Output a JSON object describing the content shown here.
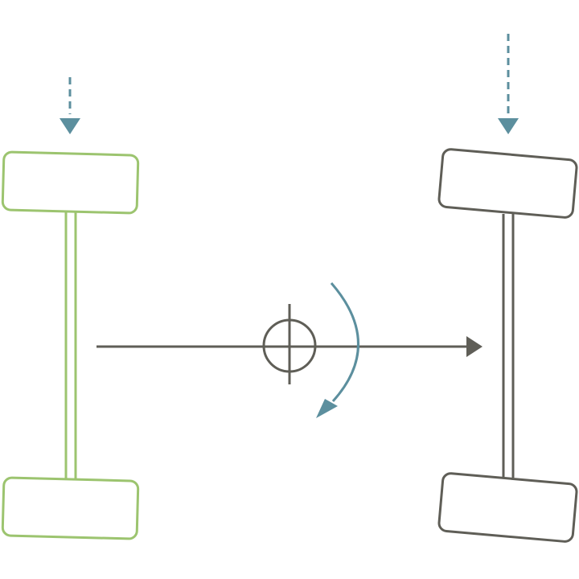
{
  "colors": {
    "front_axle": "#9cc46f",
    "rear_axle": "#5f5e57",
    "force_arrows": "#5c8f9e",
    "rotation_arrow": "#5c8f9e",
    "direction_arrow": "#5f5e57",
    "center_of_gravity": "#5f5e57"
  },
  "axles": [
    {
      "name": "front-axle",
      "wheels": [
        "front-top-wheel",
        "front-bottom-wheel"
      ]
    },
    {
      "name": "rear-axle",
      "wheels": [
        "rear-top-wheel",
        "rear-bottom-wheel"
      ]
    }
  ],
  "icons": {
    "center_of_gravity": "crosshair-circle-icon",
    "rotation": "curved-arrow-icon",
    "load_arrows": "dashed-down-arrow-icon"
  }
}
